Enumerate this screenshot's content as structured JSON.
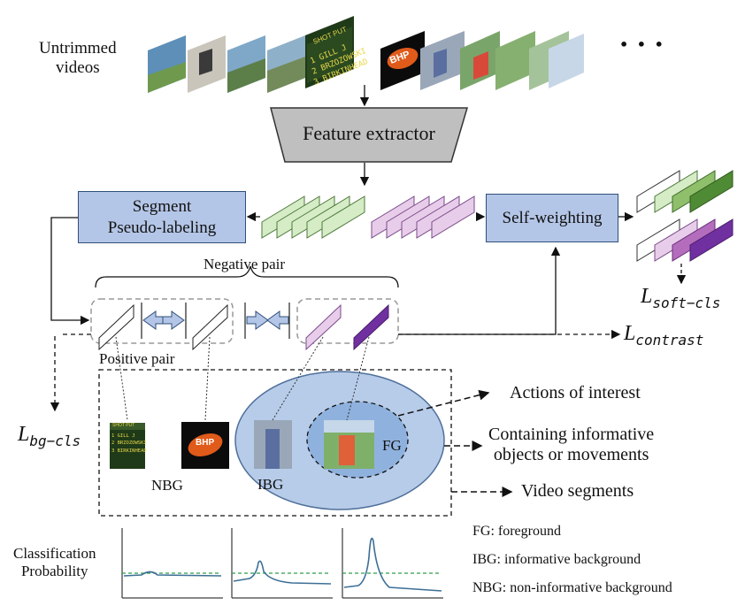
{
  "labels": {
    "untrimmed_videos": "Untrimmed\nvideos",
    "ellipsis": "• • •",
    "feature_extractor": "Feature extractor",
    "segment_pseudo_labeling": "Segment\nPseudo-labeling",
    "self_weighting": "Self-weighting",
    "negative_pair": "Negative pair",
    "positive_pair": "Positive pair",
    "nbg": "NBG",
    "ibg": "IBG",
    "fg": "FG",
    "actions_of_interest": "Actions of interest",
    "informative_objects": "Containing informative\nobjects or movements",
    "video_segments": "Video segments",
    "classification_probability": "Classification\nProbability",
    "legend_fg": "FG: foreground",
    "legend_ibg": "IBG: informative background",
    "legend_nbg": "NBG: non-informative background",
    "scoreboard_header": "SHOT PUT",
    "scoreboard_lines": "1 GILL J\n2 BRZOZOWSKI\n3 BIRKINHEAD",
    "logo_text": "BHP"
  },
  "losses": {
    "soft_cls": {
      "base": "L",
      "sub": "soft−cls"
    },
    "contrast": {
      "base": "L",
      "sub": "contrast"
    },
    "bg_cls": {
      "base": "L",
      "sub": "bg−cls"
    }
  },
  "colors": {
    "box_fill": "#b4c6e7",
    "extractor_fill": "#bfbfbf",
    "green_light": "#d5ecc7",
    "green_mid": "#8fbf6a",
    "green_dark": "#4f8a34",
    "purple_light": "#e8cdea",
    "purple_mid": "#b46dbd",
    "purple_dark": "#7030a0",
    "ellipse_outer": "#b7cce9",
    "ellipse_inner": "#8fb1de",
    "curve": "#3d6f96",
    "threshold": "#2e9e4a"
  }
}
